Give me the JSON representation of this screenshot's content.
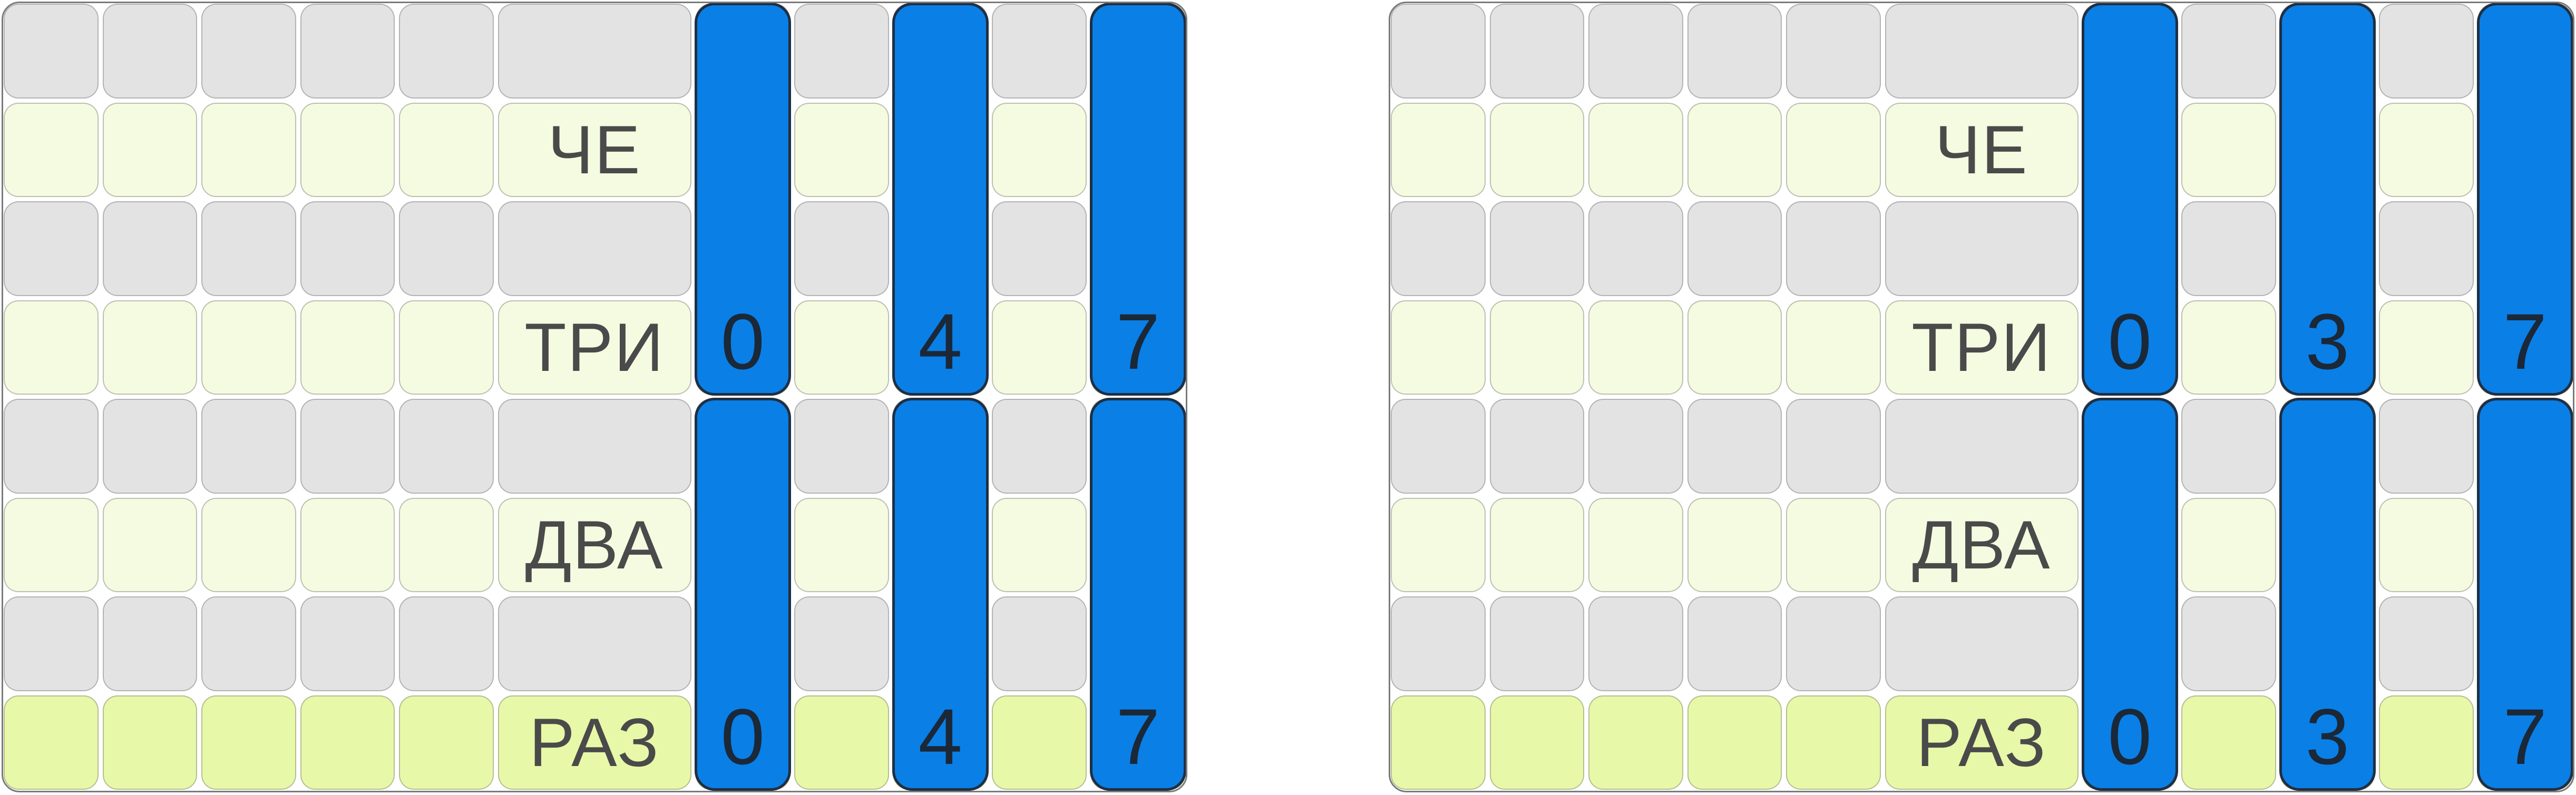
{
  "rows": [
    {
      "tone": "gray",
      "label": ""
    },
    {
      "tone": "pale",
      "label": "ЧЕ"
    },
    {
      "tone": "gray",
      "label": ""
    },
    {
      "tone": "pale",
      "label": "ТРИ"
    },
    {
      "tone": "gray",
      "label": ""
    },
    {
      "tone": "pale",
      "label": "ДВА"
    },
    {
      "tone": "gray",
      "label": ""
    },
    {
      "tone": "lime",
      "label": "РАЗ"
    }
  ],
  "boards": [
    {
      "name": "left-board",
      "rods": [
        {
          "column": 7,
          "upper_digit": "0",
          "lower_digit": "0"
        },
        {
          "column": 9,
          "upper_digit": "4",
          "lower_digit": "4"
        },
        {
          "column": 11,
          "upper_digit": "7",
          "lower_digit": "7"
        }
      ]
    },
    {
      "name": "right-board",
      "rods": [
        {
          "column": 7,
          "upper_digit": "0",
          "lower_digit": "0"
        },
        {
          "column": 9,
          "upper_digit": "3",
          "lower_digit": "3"
        },
        {
          "column": 11,
          "upper_digit": "7",
          "lower_digit": "7"
        }
      ]
    }
  ],
  "colors": {
    "gray_cell": "#e3e3e3",
    "pale_cell": "#f5fbe0",
    "lime_cell": "#e7f8a8",
    "rod": "#0a7fe6",
    "rod_border": "#1f2f42",
    "text": "#4a4a4a"
  }
}
